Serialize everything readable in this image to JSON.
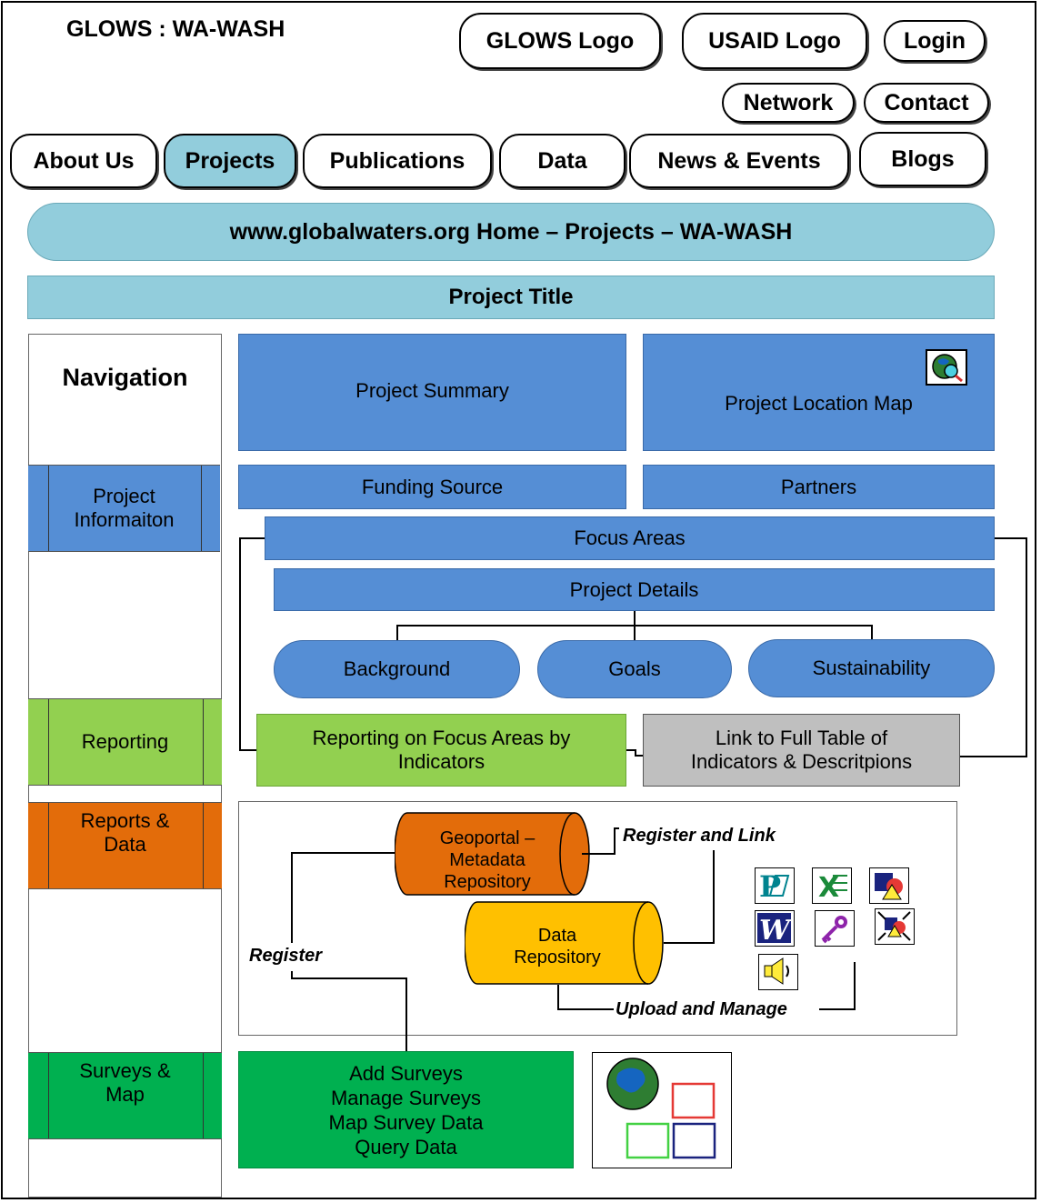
{
  "site_title": "GLOWS : WA-WASH",
  "header_buttons": {
    "glows_logo": "GLOWS Logo",
    "usaid_logo": "USAID Logo",
    "login": "Login",
    "network": "Network",
    "contact": "Contact"
  },
  "nav_tabs": [
    "About Us",
    "Projects",
    "Publications",
    "Data",
    "News & Events",
    "Blogs"
  ],
  "active_tab": "Projects",
  "breadcrumb": "www.globalwaters.org Home – Projects – WA-WASH",
  "project_title": "Project Title",
  "sidebar": {
    "heading": "Navigation",
    "items": [
      {
        "line1": "Project",
        "line2": "Informaiton",
        "color": "#558ed5"
      },
      {
        "line1": "Reporting",
        "line2": "",
        "color": "#92d050"
      },
      {
        "line1": "Reports &",
        "line2": "Data",
        "color": "#e36c0a"
      },
      {
        "line1": "Surveys &",
        "line2": "Map",
        "color": "#00b050"
      }
    ]
  },
  "content": {
    "project_summary": "Project Summary",
    "project_location_map": "Project Location Map",
    "funding_source": "Funding Source",
    "partners": "Partners",
    "focus_areas": "Focus Areas",
    "project_details": "Project Details",
    "background": "Background",
    "goals": "Goals",
    "sustainability": "Sustainability",
    "reporting_line1": "Reporting on Focus Areas by",
    "reporting_line2": "Indicators",
    "link_table_line1": "Link to Full Table of",
    "link_table_line2": "Indicators & Descritpions"
  },
  "reports_data": {
    "geoportal_line1": "Geoportal –",
    "geoportal_line2": "Metadata",
    "geoportal_line3": "Repository",
    "data_repo_line1": "Data",
    "data_repo_line2": "Repository",
    "register_and_link": "Register and Link",
    "register": "Register",
    "upload_and_manage": "Upload and Manage",
    "file_icons": [
      "publisher-icon",
      "excel-icon",
      "image-icon",
      "word-icon",
      "key-icon",
      "resize-image-icon",
      "audio-icon"
    ]
  },
  "surveys": {
    "lines": [
      "Add Surveys",
      "Manage Surveys",
      "Map Survey Data",
      "Query Data"
    ]
  },
  "colors": {
    "light_blue": "#92cddc",
    "blue": "#558ed5",
    "light_green": "#92d050",
    "orange": "#e36c0a",
    "green": "#00b050",
    "gold": "#ffc000",
    "grey": "#bfbfbf"
  }
}
